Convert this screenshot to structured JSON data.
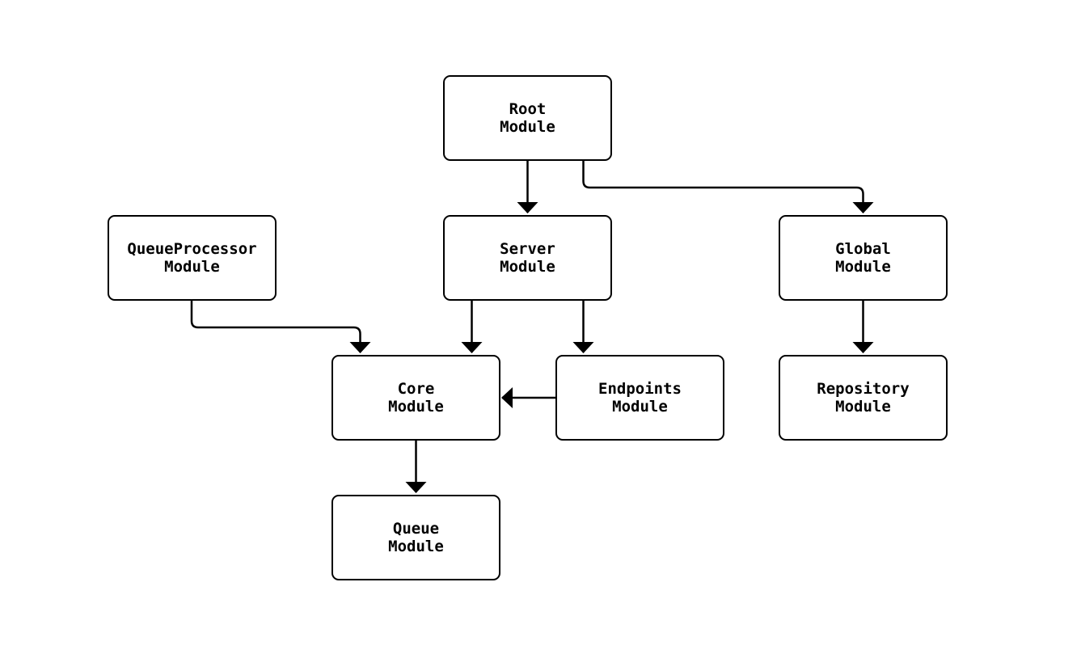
{
  "diagram": {
    "type": "flowchart",
    "direction": "top-down",
    "colors": {
      "background": "#ffffff",
      "node_fill": "#ffffff",
      "node_stroke": "#000000",
      "edge_stroke": "#000000",
      "text": "#000000"
    },
    "nodes": [
      {
        "id": "root",
        "label": "Root\nModule"
      },
      {
        "id": "server",
        "label": "Server\nModule"
      },
      {
        "id": "queueprocessor",
        "label": "QueueProcessor\nModule"
      },
      {
        "id": "global",
        "label": "Global\nModule"
      },
      {
        "id": "core",
        "label": "Core\nModule"
      },
      {
        "id": "endpoints",
        "label": "Endpoints\nModule"
      },
      {
        "id": "repository",
        "label": "Repository\nModule"
      },
      {
        "id": "queue",
        "label": "Queue\nModule"
      }
    ],
    "edges": [
      {
        "from": "root",
        "to": "server"
      },
      {
        "from": "root",
        "to": "global"
      },
      {
        "from": "queueprocessor",
        "to": "core"
      },
      {
        "from": "server",
        "to": "core"
      },
      {
        "from": "server",
        "to": "endpoints"
      },
      {
        "from": "endpoints",
        "to": "core"
      },
      {
        "from": "global",
        "to": "repository"
      },
      {
        "from": "core",
        "to": "queue"
      }
    ]
  }
}
